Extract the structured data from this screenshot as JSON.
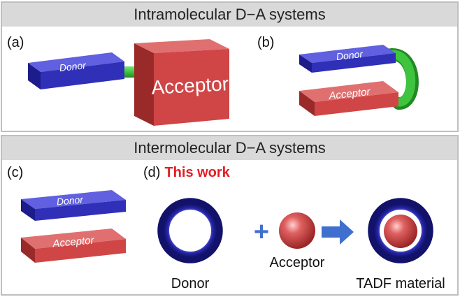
{
  "sections": {
    "top_title": "Intramolecular D−A systems",
    "bottom_title": "Intermolecular D−A systems"
  },
  "panels": {
    "a": {
      "label": "(a)",
      "donor": "Donor",
      "acceptor": "Acceptor"
    },
    "b": {
      "label": "(b)",
      "donor": "Donor",
      "acceptor": "Acceptor"
    },
    "c": {
      "label": "(c)",
      "donor": "Donor",
      "acceptor": "Acceptor"
    },
    "d": {
      "label": "(d)",
      "highlight": "This work",
      "donor_caption": "Donor",
      "acceptor_caption": "Acceptor",
      "product_caption": "TADF material",
      "operator": "+"
    }
  },
  "colors": {
    "donor_blue": "#2f2fb8",
    "acceptor_red": "#d04545",
    "linker_green": "#3fc43f",
    "arrow_blue": "#3f6fcf",
    "highlight_red": "#e31e24",
    "header_gray": "#d9d9d9"
  }
}
